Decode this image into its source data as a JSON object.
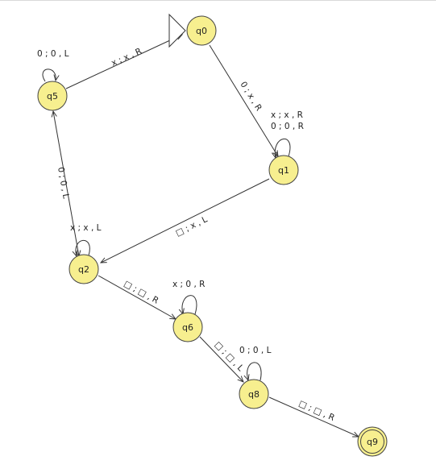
{
  "diagram": {
    "colors": {
      "state_fill": "#f7ef8f",
      "state_stroke": "#444444",
      "edge": "#333333",
      "background": "#ffffff"
    },
    "start_state": "q0",
    "final_states": [
      "q9"
    ],
    "states": [
      {
        "id": "q0",
        "label": "q0"
      },
      {
        "id": "q1",
        "label": "q1"
      },
      {
        "id": "q2",
        "label": "q2"
      },
      {
        "id": "q5",
        "label": "q5"
      },
      {
        "id": "q6",
        "label": "q6"
      },
      {
        "id": "q8",
        "label": "q8"
      },
      {
        "id": "q9",
        "label": "q9"
      }
    ],
    "transitions": [
      {
        "from": "q5",
        "to": "q0",
        "label": "x ; x , R"
      },
      {
        "from": "q0",
        "to": "q1",
        "label": "0 ; x , R"
      },
      {
        "from": "q1",
        "to": "q2",
        "label": "□ ; x , L"
      },
      {
        "from": "q2",
        "to": "q5",
        "label": "0 ; 0 , L"
      },
      {
        "from": "q2",
        "to": "q6",
        "label": "□ ; □ , R"
      },
      {
        "from": "q6",
        "to": "q8",
        "label": "□ ; □ , L"
      },
      {
        "from": "q8",
        "to": "q9",
        "label": "□ ; □ , R"
      },
      {
        "from": "q5",
        "to": "q5",
        "label": "0 ; 0 , L"
      },
      {
        "from": "q1",
        "to": "q1",
        "label": "x ; x , R"
      },
      {
        "from": "q1",
        "to": "q1",
        "label": "0 ; 0 , R"
      },
      {
        "from": "q2",
        "to": "q2",
        "label": "x ; x , L"
      },
      {
        "from": "q6",
        "to": "q6",
        "label": "x ; 0 , R"
      },
      {
        "from": "q8",
        "to": "q8",
        "label": "0 ; 0 , L"
      }
    ]
  }
}
